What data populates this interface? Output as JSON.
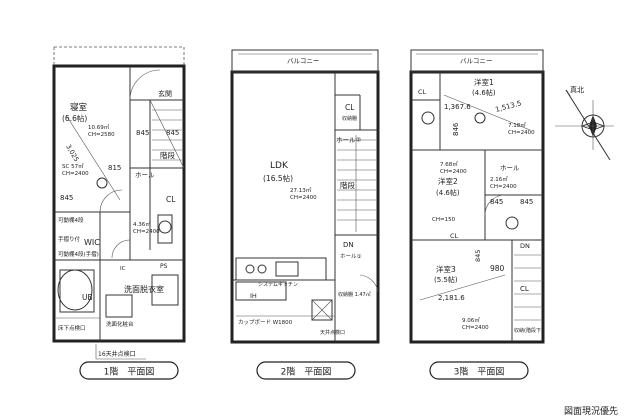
{
  "floors": [
    {
      "caption": "1階　平面図",
      "labels": {
        "bedroom_name": "寝室",
        "bedroom_size": "(6.6帖)",
        "bedroom_area": "10.69㎡",
        "bedroom_ch": "CH=2580",
        "bedroom_sc": "SC 57㎡",
        "bedroom_sc_ch": "CH=2400",
        "dim_3025": "3,025",
        "dim_845_a": "845",
        "dim_845_b": "845",
        "dim_845_c": "845",
        "dim_815": "815",
        "entrance": "玄関",
        "stairs": "階段",
        "hall": "ホール",
        "closet": "CL",
        "wic": "WIC",
        "shelf1": "可動棚4段",
        "shelf2": "手摺り付",
        "shelf3": "可動棚4段(手摺)",
        "storage_area": "4.36㎡",
        "storage_ch": "CH=2400",
        "pipe": "PS",
        "bath": "UB",
        "washroom": "洗面脱衣室",
        "washbasin": "洗面化粧台",
        "meter": "IC",
        "under_floor": "床下点検口",
        "parking": "16天井点検口"
      }
    },
    {
      "caption": "2階　平面図",
      "labels": {
        "balcony": "バルコニー",
        "ldk_name": "LDK",
        "ldk_size": "(16.5帖)",
        "ldk_area": "27.13㎡",
        "ldk_ch": "CH=2400",
        "hall": "ホール②",
        "closet": "CL",
        "closet_sub": "収納棚",
        "stairs": "階段",
        "down": "DN",
        "hall_down": "ホール①",
        "kitchen_sink": "システムキッチン",
        "ih": "IH",
        "cupboard": "カップボード W1800",
        "toilet_area": "収納棚 1.47㎡",
        "ceiling_vent": "天井点検口"
      }
    },
    {
      "caption": "3階　平面図",
      "labels": {
        "balcony": "バルコニー",
        "room1_name": "洋室1",
        "room1_size": "(4.6帖)",
        "room1_area": "7.18㎡",
        "room1_ch": "CH=2400",
        "dim_1367": "1,367.6",
        "dim_1513": "1,513.5",
        "dim_846": "846",
        "closet1": "CL",
        "room2_name": "洋室2",
        "room2_size": "(4.6帖)",
        "room2_area": "7.68㎡",
        "room2_ch": "CH=2400",
        "hall": "ホール",
        "hall_area": "2.16㎡",
        "hall_ch": "CH=2400",
        "dim_845_a": "845",
        "dim_845_b": "845",
        "ch150": "CH=150",
        "closet2": "CL",
        "room3_name": "洋室3",
        "room3_size": "(5.5帖)",
        "room3_area": "9.06㎡",
        "room3_ch": "CH=2400",
        "dim_2181": "2,181.6",
        "dim_980": "980",
        "dim_845_c": "845",
        "closet3": "CL",
        "stairs_note": "収納(階段下)",
        "stairs_down": "DN"
      }
    }
  ],
  "compass": {
    "label": "真北"
  },
  "footer": "図面現況優先"
}
